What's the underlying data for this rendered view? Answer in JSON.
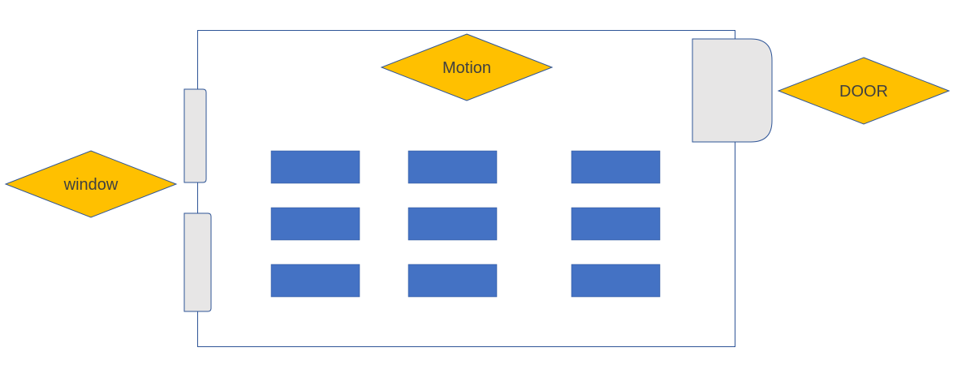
{
  "sensors": {
    "motion": {
      "label": "Motion"
    },
    "door": {
      "label": "DOOR"
    },
    "window": {
      "label": "window"
    }
  },
  "desks": {
    "rows": 3,
    "columns": 3
  },
  "colors": {
    "room_border": "#2f5597",
    "sensor_fill": "#ffc000",
    "sensor_stroke": "#2f5597",
    "desk_fill": "#4472c4",
    "opening_fill": "#e7e6e6",
    "opening_stroke": "#2f5597",
    "label_text": "#404040"
  }
}
